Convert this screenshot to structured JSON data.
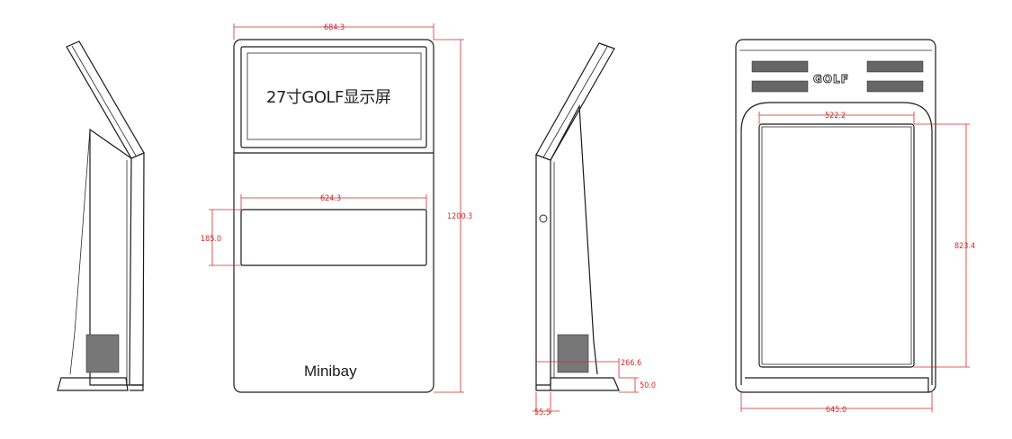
{
  "views": {
    "front": {
      "screen_label": "27寸GOLF显示屏",
      "brand": "Minibay",
      "dimensions": {
        "overall_width": "684.3",
        "overall_height": "1200.3",
        "slot_width": "624.3",
        "slot_height": "185.0"
      }
    },
    "side": {
      "dimensions": {
        "base_depth": "266.6",
        "base_height": "50.0",
        "foot": "55.5"
      }
    },
    "back": {
      "logo": "GOLF",
      "dimensions": {
        "screen_width": "522.2",
        "screen_height": "823.4",
        "base_width": "645.0"
      }
    }
  },
  "colors": {
    "dimension_line": "#d22a2a",
    "outline": "#1a1a1a"
  }
}
